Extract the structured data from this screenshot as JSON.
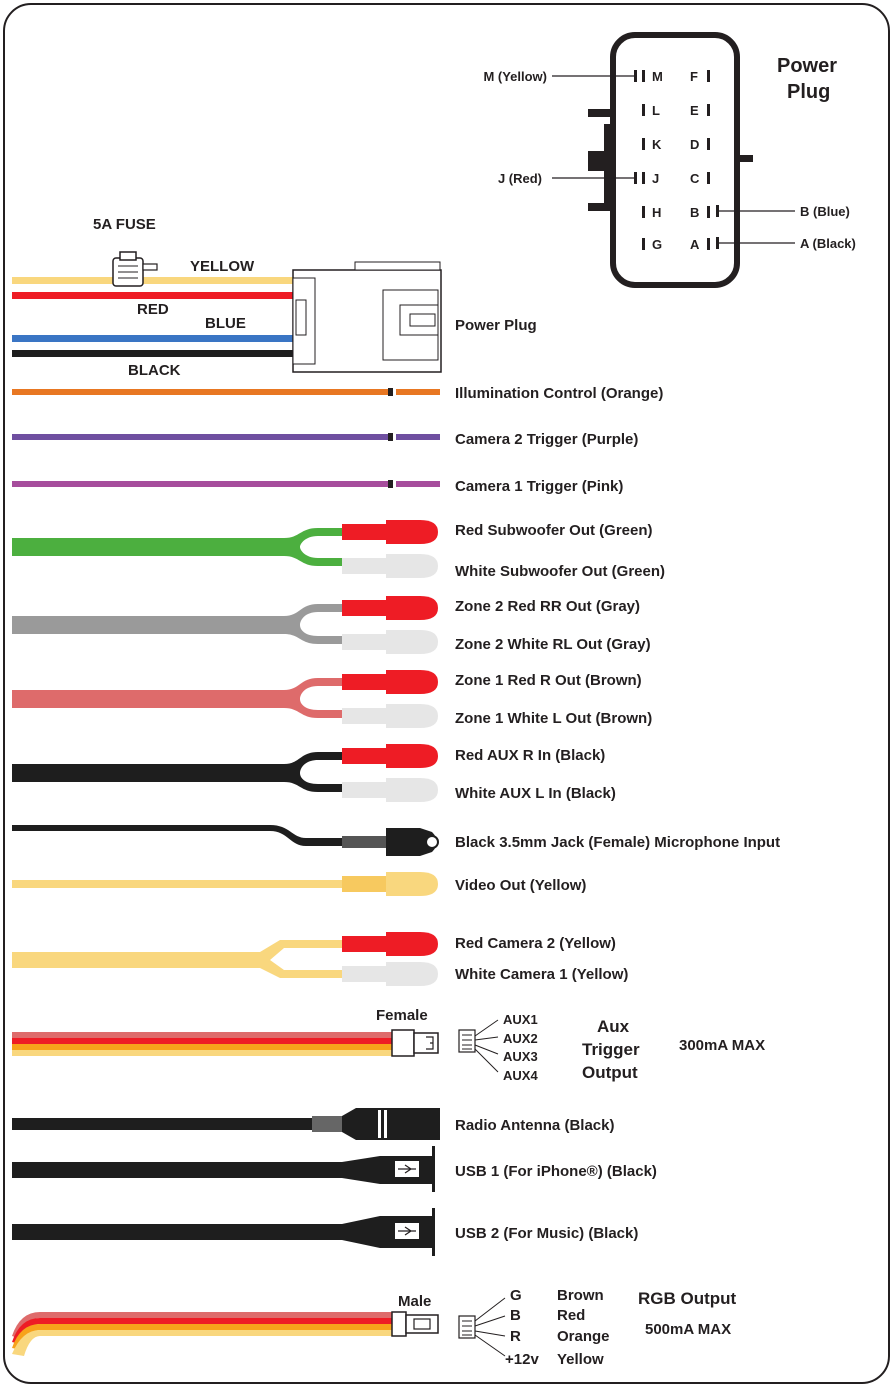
{
  "pin_diagram": {
    "title_line1": "Power",
    "title_line2": "Plug",
    "left_pins": [
      "M",
      "L",
      "K",
      "J",
      "H",
      "G"
    ],
    "right_pins": [
      "F",
      "E",
      "D",
      "C",
      "B",
      "A"
    ],
    "callouts": {
      "m": "M (Yellow)",
      "j": "J (Red)",
      "b": "B (Blue)",
      "a": "A (Black)"
    }
  },
  "power_harness": {
    "fuse_label": "5A FUSE",
    "wire_labels": {
      "yellow": "YELLOW",
      "red": "RED",
      "blue": "BLUE",
      "black": "BLACK"
    },
    "plug_label": "Power Plug"
  },
  "single_wires": [
    {
      "label": "Illumination Control (Orange)",
      "color": "#e87722"
    },
    {
      "label": "Camera 2 Trigger (Purple)",
      "color": "#6f4fa0"
    },
    {
      "label": "Camera 1 Trigger (Pink)",
      "color": "#a64d9c"
    }
  ],
  "rca_pairs": [
    {
      "top": "Red Subwoofer Out (Green)",
      "bottom": "White Subwoofer Out (Green)",
      "cable_color": "#4caf3f"
    },
    {
      "top": "Zone 2 Red RR Out (Gray)",
      "bottom": "Zone 2 White RL Out (Gray)",
      "cable_color": "#9a9a9a"
    },
    {
      "top": "Zone 1 Red R Out (Brown)",
      "bottom": "Zone 1 White L Out (Brown)",
      "cable_color": "#de6b6b"
    },
    {
      "top": "Red AUX R In (Black)",
      "bottom": "White AUX L In (Black)",
      "cable_color": "#1e1e1e"
    }
  ],
  "mic_jack": {
    "label": "Black 3.5mm Jack (Female) Microphone Input"
  },
  "video_out": {
    "label": "Video Out (Yellow)",
    "color": "#f9d77e"
  },
  "camera_pair": {
    "top": "Red Camera 2 (Yellow)",
    "bottom": "White Camera 1 (Yellow)",
    "cable_color": "#f9d77e"
  },
  "aux_trigger": {
    "connector_label": "Female",
    "pins": [
      "AUX1",
      "AUX2",
      "AUX3",
      "AUX4"
    ],
    "title": [
      "Aux",
      "Trigger",
      "Output"
    ],
    "rating": "300mA MAX"
  },
  "antenna": {
    "label": "Radio Antenna (Black)"
  },
  "usb1": {
    "label": "USB 1 (For iPhone®) (Black)"
  },
  "usb2": {
    "label": "USB 2 (For Music) (Black)"
  },
  "rgb_output": {
    "connector_label": "Male",
    "pins": [
      "G",
      "B",
      "R",
      "+12v"
    ],
    "colors": [
      "Brown",
      "Red",
      "Orange",
      "Yellow"
    ],
    "title": "RGB Output",
    "rating": "500mA MAX"
  },
  "colors": {
    "red": "#ee1c25",
    "yellow": "#f9d77e",
    "blue": "#3a75c4",
    "black": "#1e1e1e",
    "white_plug": "#e6e6e6",
    "orange": "#f7a21b"
  }
}
